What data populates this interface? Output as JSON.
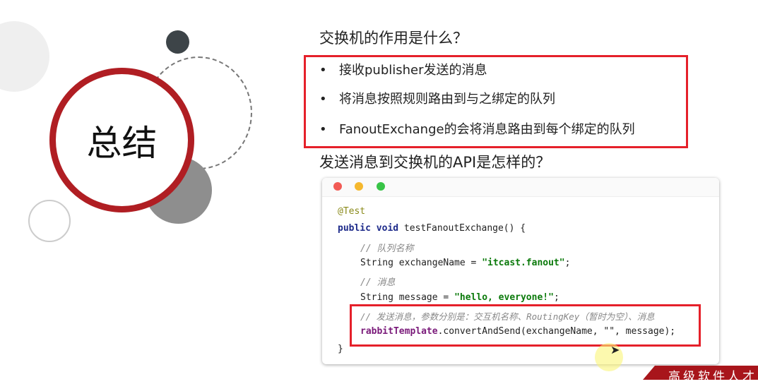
{
  "title": "总结",
  "question1": "交换机的作用是什么？",
  "bullets": [
    "接收publisher发送的消息",
    "将消息按照规则路由到与之绑定的队列",
    "FanoutExchange的会将消息路由到每个绑定的队列"
  ],
  "question2": "发送消息到交换机的API是怎样的？",
  "code": {
    "annotation": "@Test",
    "signature_kw": "public void",
    "signature_rest": " testFanoutExchange() {",
    "comment1": "// 队列名称",
    "line_exchange_pre": "String exchangeName = ",
    "line_exchange_str": "\"itcast.fanout\"",
    "semicolon": ";",
    "comment2": "// 消息",
    "line_msg_pre": "String message = ",
    "line_msg_str": "\"hello, everyone!\"",
    "comment3": "// 发送消息，参数分别是：交互机名称、RoutingKey（暂时为空）、消息",
    "call_field": "rabbitTemplate",
    "call_rest": ".convertAndSend(exchangeName, \"\", message);",
    "close": "}"
  },
  "banner": "高级软件人才",
  "colors": {
    "accent_red": "#e5202a",
    "ring": "#b01e23"
  }
}
